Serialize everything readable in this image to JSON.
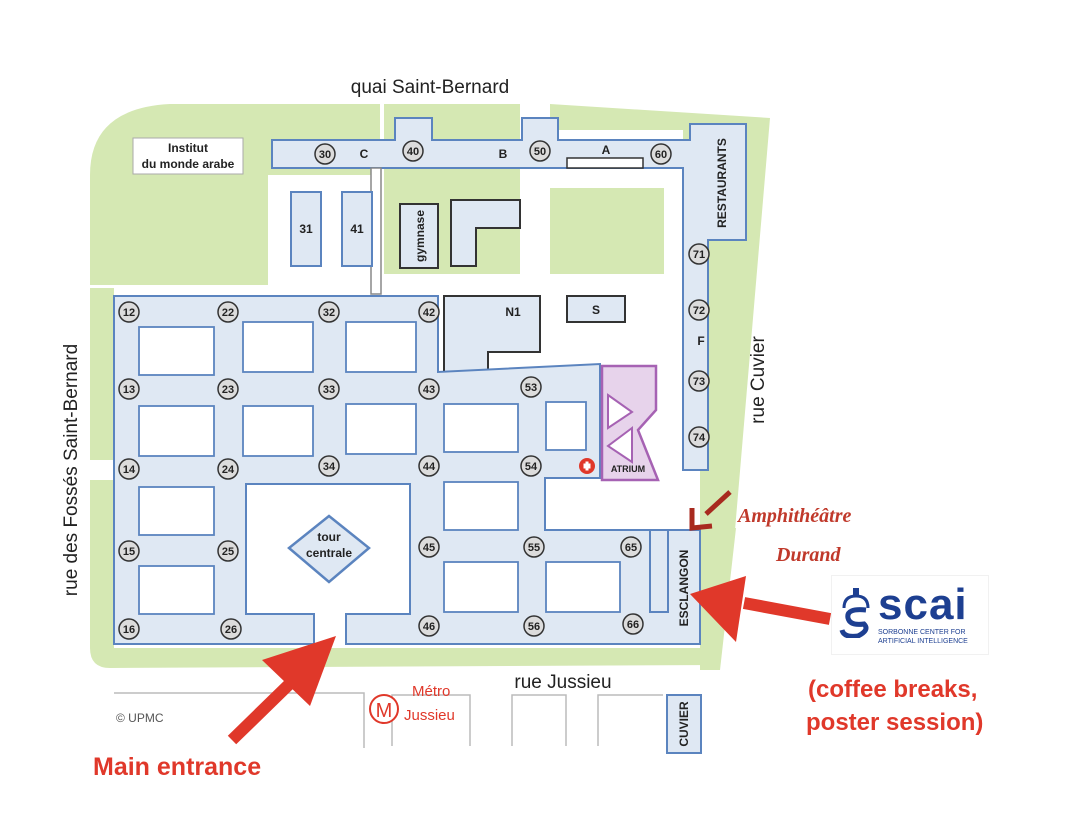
{
  "streets": {
    "north": "quai  Saint-Bernard",
    "west": "rue des Fossés Saint-Bernard",
    "east": "rue Cuvier",
    "south": "rue Jussieu"
  },
  "buildings": {
    "institut": [
      "Institut",
      "du monde arabe"
    ],
    "gymnase": "gymnase",
    "n1": "N1",
    "s": "S",
    "restaurants": "RESTAURANTS",
    "atrium": "ATRIUM",
    "tour": [
      "tour",
      "centrale"
    ],
    "esclangon": "ESCLANGON",
    "cuvier": "CUVIER",
    "wing_c": "C",
    "wing_b": "B",
    "wing_a": "A",
    "wing_f": "F",
    "b31": "31",
    "b41": "41"
  },
  "nodes": [
    "30",
    "40",
    "50",
    "60",
    "71",
    "72",
    "73",
    "74",
    "12",
    "22",
    "32",
    "42",
    "13",
    "23",
    "33",
    "43",
    "53",
    "14",
    "24",
    "34",
    "44",
    "54",
    "15",
    "25",
    "45",
    "55",
    "65",
    "16",
    "26",
    "46",
    "56",
    "66"
  ],
  "metro": {
    "symbol": "M",
    "line1": "Métro",
    "line2": "Jussieu"
  },
  "copyright": "© UPMC",
  "annotations": {
    "main_entrance": "Main entrance",
    "amphi_line1": "Amphithéâtre",
    "amphi_line2": "Durand",
    "coffee_line1": "(coffee breaks,",
    "coffee_line2": "poster session)"
  },
  "logo": {
    "name": "scai",
    "subtitle_line1": "SORBONNE CENTER FOR",
    "subtitle_line2": "ARTIFICIAL INTELLIGENCE"
  },
  "colors": {
    "green": "#d5e8b3",
    "building": "#dfe8f3",
    "outline": "#5b84bf",
    "atrium": "#a662b3",
    "red": "#e0382a",
    "logo_blue": "#1d3f91"
  }
}
